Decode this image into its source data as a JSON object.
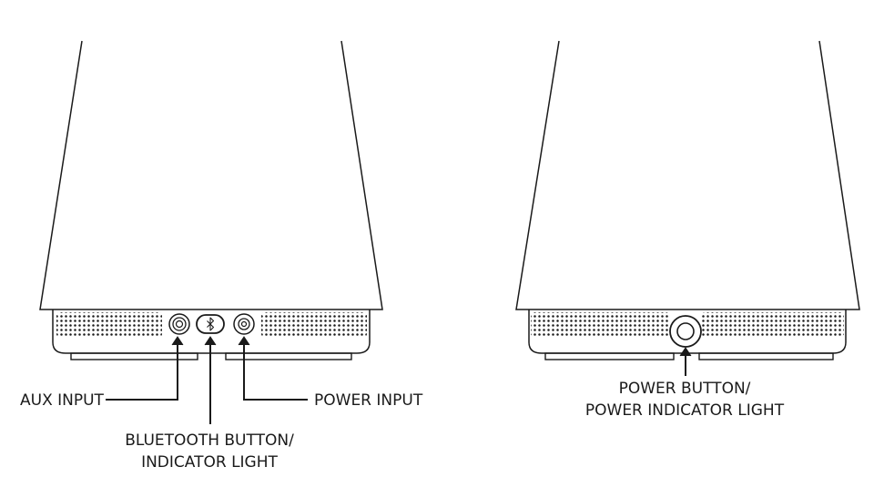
{
  "labels": {
    "aux_input": "AUX INPUT",
    "power_input": "POWER INPUT",
    "bluetooth_line1": "BLUETOOTH BUTTON/",
    "bluetooth_line2": "INDICATOR LIGHT",
    "power_button_line1": "POWER BUTTON/",
    "power_button_line2": "POWER INDICATOR LIGHT"
  },
  "icons": {
    "bluetooth": "bluetooth-icon"
  },
  "colors": {
    "line": "#1a1a1a",
    "background": "#ffffff"
  }
}
